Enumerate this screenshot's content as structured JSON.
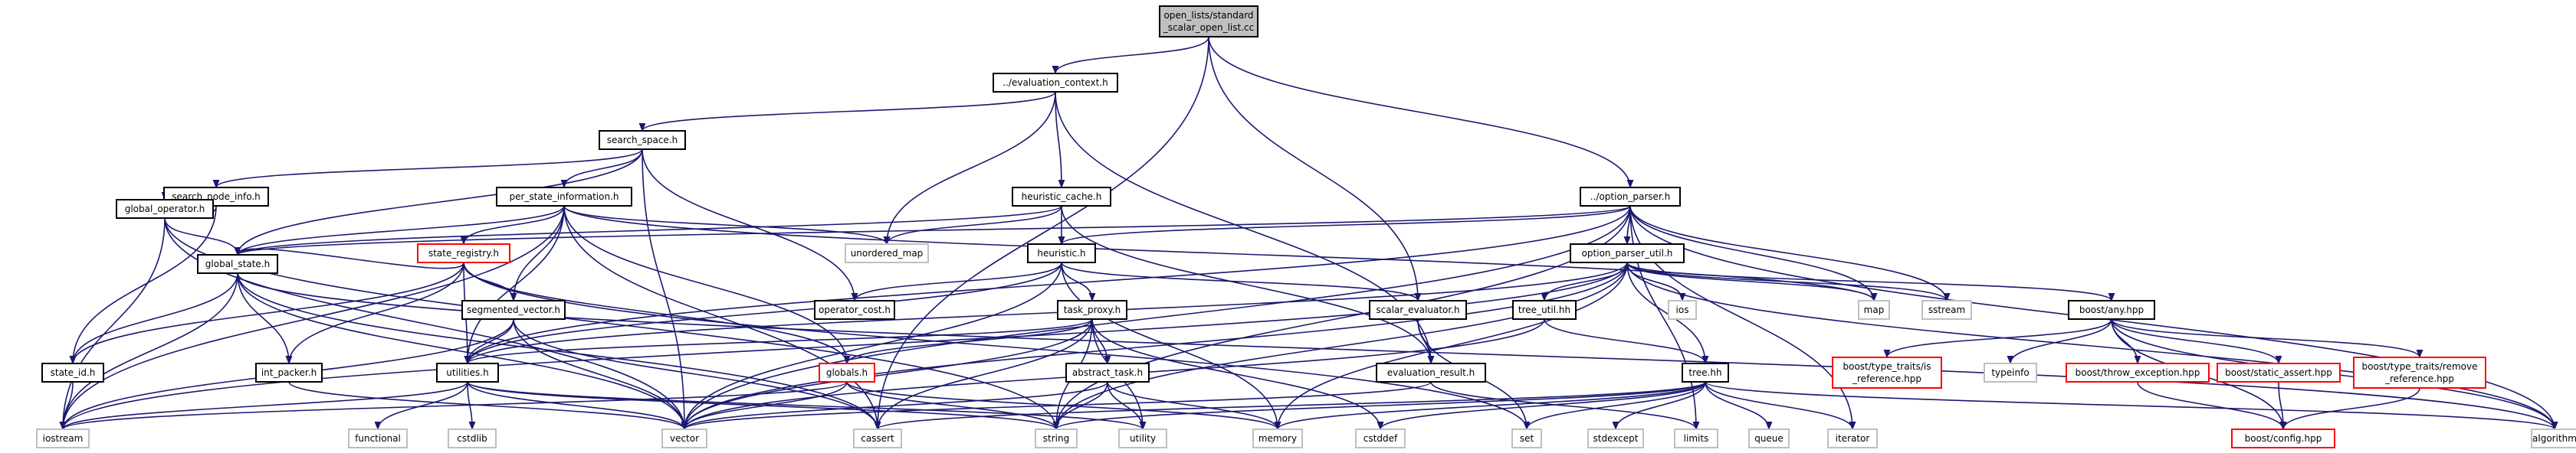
{
  "colors": {
    "edge": "#191970",
    "box_black": "#000000",
    "box_red": "#ff0000",
    "box_gray": "#bfbfbf",
    "root_fill": "#bfbfbf"
  },
  "nodes": [
    {
      "id": "root",
      "lines": [
        "open_lists/standard",
        "_scalar_open_list.cc"
      ],
      "style": "root"
    },
    {
      "id": "evaluation_context",
      "lines": [
        "../evaluation_context.h"
      ],
      "style": "black"
    },
    {
      "id": "search_space",
      "lines": [
        "search_space.h"
      ],
      "style": "black"
    },
    {
      "id": "heuristic_cache",
      "lines": [
        "heuristic_cache.h"
      ],
      "style": "black"
    },
    {
      "id": "option_parser",
      "lines": [
        "../option_parser.h"
      ],
      "style": "black"
    },
    {
      "id": "unordered_map",
      "lines": [
        "unordered_map"
      ],
      "style": "gray"
    },
    {
      "id": "search_node_info",
      "lines": [
        "search_node_info.h"
      ],
      "style": "black"
    },
    {
      "id": "per_state_information",
      "lines": [
        "per_state_information.h"
      ],
      "style": "black"
    },
    {
      "id": "global_operator",
      "lines": [
        "global_operator.h"
      ],
      "style": "black"
    },
    {
      "id": "state_registry",
      "lines": [
        "state_registry.h"
      ],
      "style": "red"
    },
    {
      "id": "heuristic",
      "lines": [
        "heuristic.h"
      ],
      "style": "black"
    },
    {
      "id": "option_parser_util",
      "lines": [
        "option_parser_util.h"
      ],
      "style": "black"
    },
    {
      "id": "global_state",
      "lines": [
        "global_state.h"
      ],
      "style": "black"
    },
    {
      "id": "segmented_vector",
      "lines": [
        "segmented_vector.h"
      ],
      "style": "black"
    },
    {
      "id": "operator_cost",
      "lines": [
        "operator_cost.h"
      ],
      "style": "black"
    },
    {
      "id": "task_proxy",
      "lines": [
        "task_proxy.h"
      ],
      "style": "black"
    },
    {
      "id": "scalar_evaluator",
      "lines": [
        "scalar_evaluator.h"
      ],
      "style": "black"
    },
    {
      "id": "tree_util",
      "lines": [
        "tree_util.hh"
      ],
      "style": "black"
    },
    {
      "id": "ios",
      "lines": [
        "ios"
      ],
      "style": "gray"
    },
    {
      "id": "map",
      "lines": [
        "map"
      ],
      "style": "gray"
    },
    {
      "id": "sstream",
      "lines": [
        "sstream"
      ],
      "style": "gray"
    },
    {
      "id": "boost_any",
      "lines": [
        "boost/any.hpp"
      ],
      "style": "black"
    },
    {
      "id": "state_id",
      "lines": [
        "state_id.h"
      ],
      "style": "black"
    },
    {
      "id": "int_packer",
      "lines": [
        "int_packer.h"
      ],
      "style": "black"
    },
    {
      "id": "utilities",
      "lines": [
        "utilities.h"
      ],
      "style": "black"
    },
    {
      "id": "globals",
      "lines": [
        "globals.h"
      ],
      "style": "red"
    },
    {
      "id": "abstract_task",
      "lines": [
        "abstract_task.h"
      ],
      "style": "black"
    },
    {
      "id": "evaluation_result",
      "lines": [
        "evaluation_result.h"
      ],
      "style": "black"
    },
    {
      "id": "tree_hh",
      "lines": [
        "tree.hh"
      ],
      "style": "black"
    },
    {
      "id": "bt_is_reference",
      "lines": [
        "boost/type_traits/is",
        "_reference.hpp"
      ],
      "style": "red"
    },
    {
      "id": "typeinfo",
      "lines": [
        "typeinfo"
      ],
      "style": "gray"
    },
    {
      "id": "throw_exception",
      "lines": [
        "boost/throw_exception.hpp"
      ],
      "style": "red"
    },
    {
      "id": "static_assert",
      "lines": [
        "boost/static_assert.hpp"
      ],
      "style": "red"
    },
    {
      "id": "bt_remove_reference",
      "lines": [
        "boost/type_traits/remove",
        "_reference.hpp"
      ],
      "style": "red"
    },
    {
      "id": "iostream",
      "lines": [
        "iostream"
      ],
      "style": "gray"
    },
    {
      "id": "functional",
      "lines": [
        "functional"
      ],
      "style": "gray"
    },
    {
      "id": "cstdlib",
      "lines": [
        "cstdlib"
      ],
      "style": "gray"
    },
    {
      "id": "vector",
      "lines": [
        "vector"
      ],
      "style": "gray"
    },
    {
      "id": "cassert",
      "lines": [
        "cassert"
      ],
      "style": "gray"
    },
    {
      "id": "string",
      "lines": [
        "string"
      ],
      "style": "gray"
    },
    {
      "id": "utility",
      "lines": [
        "utility"
      ],
      "style": "gray"
    },
    {
      "id": "memory",
      "lines": [
        "memory"
      ],
      "style": "gray"
    },
    {
      "id": "cstddef",
      "lines": [
        "cstddef"
      ],
      "style": "gray"
    },
    {
      "id": "set",
      "lines": [
        "set"
      ],
      "style": "gray"
    },
    {
      "id": "stdexcept",
      "lines": [
        "stdexcept"
      ],
      "style": "gray"
    },
    {
      "id": "limits",
      "lines": [
        "limits"
      ],
      "style": "gray"
    },
    {
      "id": "queue",
      "lines": [
        "queue"
      ],
      "style": "gray"
    },
    {
      "id": "iterator",
      "lines": [
        "iterator"
      ],
      "style": "gray"
    },
    {
      "id": "boost_config",
      "lines": [
        "boost/config.hpp"
      ],
      "style": "red"
    },
    {
      "id": "algorithm",
      "lines": [
        "algorithm"
      ],
      "style": "gray"
    }
  ],
  "edges": [
    [
      "root",
      "evaluation_context"
    ],
    [
      "root",
      "option_parser"
    ],
    [
      "root",
      "scalar_evaluator"
    ],
    [
      "root",
      "cassert"
    ],
    [
      "evaluation_context",
      "search_space"
    ],
    [
      "evaluation_context",
      "heuristic_cache"
    ],
    [
      "evaluation_context",
      "unordered_map"
    ],
    [
      "evaluation_context",
      "evaluation_result"
    ],
    [
      "search_space",
      "search_node_info"
    ],
    [
      "search_space",
      "per_state_information"
    ],
    [
      "search_space",
      "global_state"
    ],
    [
      "search_space",
      "operator_cost"
    ],
    [
      "search_space",
      "vector"
    ],
    [
      "search_node_info",
      "global_operator"
    ],
    [
      "search_node_info",
      "state_id"
    ],
    [
      "global_operator",
      "global_state"
    ],
    [
      "global_operator",
      "iostream"
    ],
    [
      "global_operator",
      "vector"
    ],
    [
      "global_operator",
      "string"
    ],
    [
      "per_state_information",
      "state_registry"
    ],
    [
      "per_state_information",
      "segmented_vector"
    ],
    [
      "per_state_information",
      "global_state"
    ],
    [
      "per_state_information",
      "utilities"
    ],
    [
      "per_state_information",
      "globals"
    ],
    [
      "per_state_information",
      "cassert"
    ],
    [
      "per_state_information",
      "iostream"
    ],
    [
      "per_state_information",
      "unordered_map"
    ],
    [
      "per_state_information",
      "map"
    ],
    [
      "state_registry",
      "global_state"
    ],
    [
      "state_registry",
      "segmented_vector"
    ],
    [
      "state_registry",
      "int_packer"
    ],
    [
      "state_registry",
      "state_id"
    ],
    [
      "state_registry",
      "utilities"
    ],
    [
      "state_registry",
      "globals"
    ],
    [
      "state_registry",
      "set"
    ],
    [
      "heuristic_cache",
      "heuristic"
    ],
    [
      "heuristic_cache",
      "global_state"
    ],
    [
      "heuristic_cache",
      "unordered_map"
    ],
    [
      "heuristic_cache",
      "evaluation_result"
    ],
    [
      "heuristic",
      "operator_cost"
    ],
    [
      "heuristic",
      "scalar_evaluator"
    ],
    [
      "heuristic",
      "task_proxy"
    ],
    [
      "heuristic",
      "memory"
    ],
    [
      "heuristic",
      "vector"
    ],
    [
      "heuristic",
      "utilities"
    ],
    [
      "option_parser",
      "heuristic"
    ],
    [
      "option_parser",
      "option_parser_util"
    ],
    [
      "option_parser",
      "global_state"
    ],
    [
      "option_parser",
      "map"
    ],
    [
      "option_parser",
      "sstream"
    ],
    [
      "option_parser",
      "string"
    ],
    [
      "option_parser",
      "iterator"
    ],
    [
      "option_parser",
      "limits"
    ],
    [
      "option_parser",
      "algorithm"
    ],
    [
      "option_parser",
      "vector"
    ],
    [
      "option_parser",
      "utilities"
    ],
    [
      "option_parser_util",
      "boost_any"
    ],
    [
      "option_parser_util",
      "tree_util"
    ],
    [
      "option_parser_util",
      "tree_hh"
    ],
    [
      "option_parser_util",
      "ios"
    ],
    [
      "option_parser_util",
      "map"
    ],
    [
      "option_parser_util",
      "sstream"
    ],
    [
      "option_parser_util",
      "string"
    ],
    [
      "option_parser_util",
      "utilities"
    ],
    [
      "option_parser_util",
      "iostream"
    ],
    [
      "option_parser_util",
      "vector"
    ],
    [
      "option_parser_util",
      "memory"
    ],
    [
      "option_parser_util",
      "algorithm"
    ],
    [
      "global_state",
      "state_id"
    ],
    [
      "global_state",
      "int_packer"
    ],
    [
      "global_state",
      "iostream"
    ],
    [
      "global_state",
      "vector"
    ],
    [
      "global_state",
      "cassert"
    ],
    [
      "global_state",
      "algorithm"
    ],
    [
      "segmented_vector",
      "utilities"
    ],
    [
      "segmented_vector",
      "vector"
    ],
    [
      "segmented_vector",
      "cassert"
    ],
    [
      "segmented_vector",
      "iostream"
    ],
    [
      "state_id",
      "iostream"
    ],
    [
      "int_packer",
      "vector"
    ],
    [
      "utilities",
      "iostream"
    ],
    [
      "utilities",
      "functional"
    ],
    [
      "utilities",
      "cstdlib"
    ],
    [
      "utilities",
      "vector"
    ],
    [
      "utilities",
      "string"
    ],
    [
      "utilities",
      "utility"
    ],
    [
      "globals",
      "vector"
    ],
    [
      "globals",
      "string"
    ],
    [
      "globals",
      "memory"
    ],
    [
      "globals",
      "iostream"
    ],
    [
      "task_proxy",
      "abstract_task"
    ],
    [
      "task_proxy",
      "globals"
    ],
    [
      "task_proxy",
      "utilities"
    ],
    [
      "task_proxy",
      "cassert"
    ],
    [
      "task_proxy",
      "cstddef"
    ],
    [
      "task_proxy",
      "string"
    ],
    [
      "task_proxy",
      "vector"
    ],
    [
      "task_proxy",
      "utility"
    ],
    [
      "abstract_task",
      "vector"
    ],
    [
      "abstract_task",
      "string"
    ],
    [
      "abstract_task",
      "utility"
    ],
    [
      "abstract_task",
      "memory"
    ],
    [
      "scalar_evaluator",
      "evaluation_result"
    ],
    [
      "scalar_evaluator",
      "set"
    ],
    [
      "evaluation_result",
      "vector"
    ],
    [
      "evaluation_result",
      "limits"
    ],
    [
      "tree_util",
      "tree_hh"
    ],
    [
      "tree_util",
      "vector"
    ],
    [
      "tree_hh",
      "cassert"
    ],
    [
      "tree_hh",
      "memory"
    ],
    [
      "tree_hh",
      "stdexcept"
    ],
    [
      "tree_hh",
      "iterator"
    ],
    [
      "tree_hh",
      "set"
    ],
    [
      "tree_hh",
      "queue"
    ],
    [
      "tree_hh",
      "algorithm"
    ],
    [
      "tree_hh",
      "cstddef"
    ],
    [
      "tree_hh",
      "string"
    ],
    [
      "boost_any",
      "bt_is_reference"
    ],
    [
      "boost_any",
      "typeinfo"
    ],
    [
      "boost_any",
      "throw_exception"
    ],
    [
      "boost_any",
      "static_assert"
    ],
    [
      "boost_any",
      "bt_remove_reference"
    ],
    [
      "boost_any",
      "boost_config"
    ],
    [
      "boost_any",
      "algorithm"
    ],
    [
      "throw_exception",
      "boost_config"
    ],
    [
      "static_assert",
      "boost_config"
    ],
    [
      "bt_remove_reference",
      "boost_config"
    ]
  ]
}
